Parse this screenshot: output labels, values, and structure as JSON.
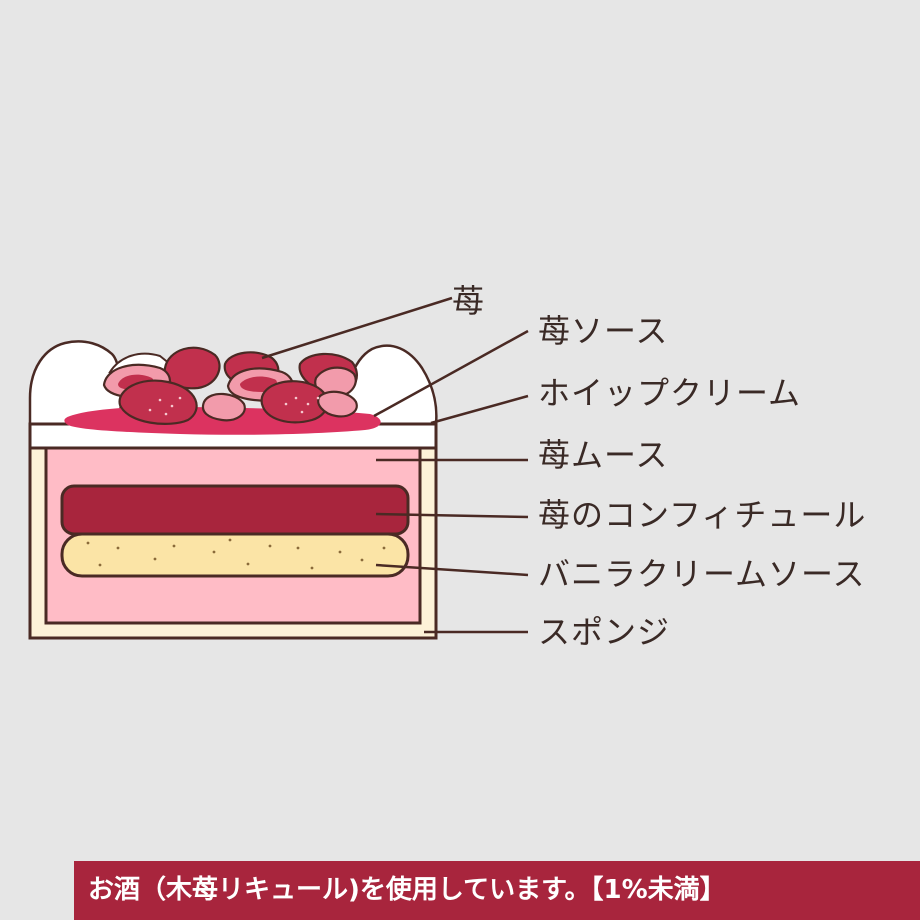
{
  "labels": {
    "strawberry": "苺",
    "strawberry_sauce": "苺ソース",
    "whipped_cream": "ホイップクリーム",
    "strawberry_mousse": "苺ムース",
    "strawberry_confiture": "苺のコンフィチュール",
    "vanilla_cream_sauce": "バニラクリームソース",
    "sponge": "スポンジ"
  },
  "notice": "お酒（木苺リキュール)を使用しています。【1%未満】",
  "colors": {
    "background": "#e6e6e6",
    "outline": "#4a2a24",
    "sponge": "#fdf2d8",
    "mousse": "#ffbcc6",
    "confiture": "#a8253d",
    "vanilla_cream": "#fbe4a6",
    "whipped_cream": "#ffffff",
    "strawberry": "#c1304d",
    "notice_band": "#a8253d"
  }
}
